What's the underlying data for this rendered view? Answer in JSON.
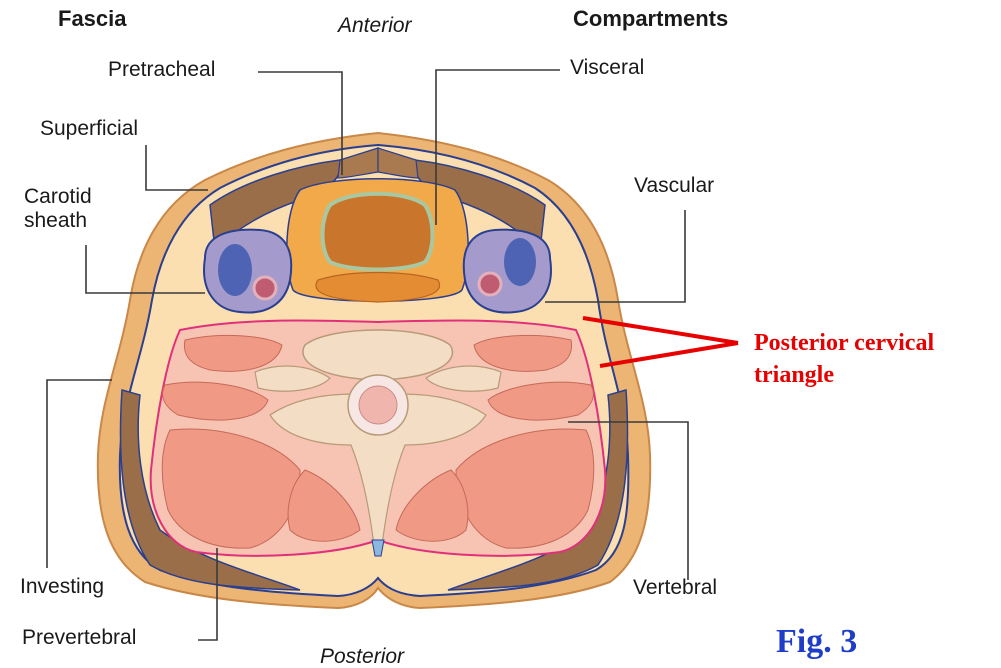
{
  "headings": {
    "fascia": "Fascia",
    "compartments": "Compartments",
    "anterior": "Anterior",
    "posterior": "Posterior"
  },
  "labels": {
    "pretracheal": "Pretracheal",
    "visceral": "Visceral",
    "superficial": "Superficial",
    "carotid_sheath": "Carotid sheath",
    "vascular": "Vascular",
    "investing": "Investing",
    "prevertebral": "Prevertebral",
    "vertebral": "Vertebral"
  },
  "annotation": {
    "text": "Posterior cervical triangle",
    "color": "#e60000"
  },
  "figure_label": {
    "text": "Fig. 3",
    "color": "#1f3ec8"
  },
  "colors": {
    "skin": "#ecb574",
    "subcutaneous": "#fbdfb0",
    "fascia_line": "#2a3f8f",
    "muscle": "#f09a86",
    "muscle_edge": "#c56a58",
    "strap_muscle": "#9a6e48",
    "visceral_bg": "#f2a94a",
    "trachea": "#c9762c",
    "vascular_bg": "#a49bcc",
    "vein": "#4e63b3",
    "artery": "#c05c72",
    "prevertebral_line": "#e0307a",
    "bone": "#f3ddc5",
    "spinal_cord": "#f0b5ac",
    "red_marker": "#e60000"
  }
}
